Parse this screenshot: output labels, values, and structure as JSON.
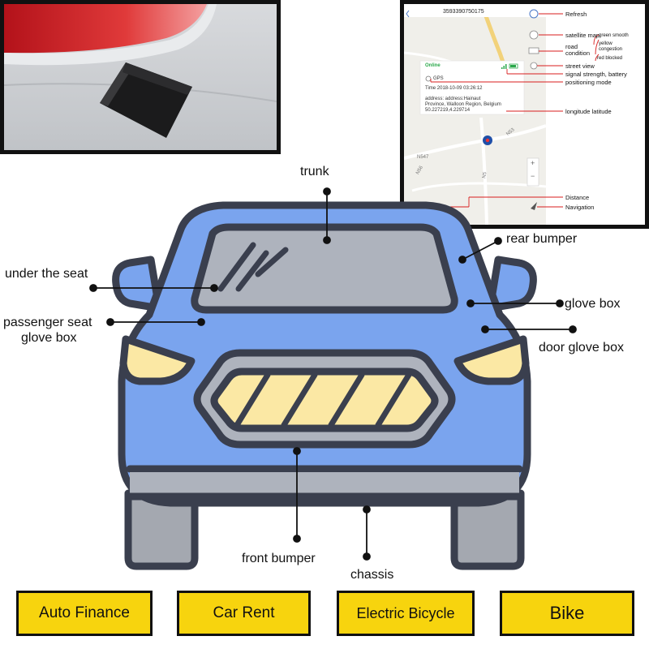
{
  "photo": {
    "image_label": "gps-tracker-on-car-bumper"
  },
  "app": {
    "device_id": "3593390750175",
    "status_online": "Online",
    "status_gps": "GPS",
    "time": "Time 2018-10-09 03:26:12",
    "address_line1": "address: address:Hainaut",
    "address_line2": "Province, Walloon Region, Belgium",
    "coords": "50.227219,4.229714",
    "roads": [
      "N53",
      "N547",
      "N56",
      "N5"
    ],
    "zoom_in": "+",
    "zoom_out": "−",
    "annotations": {
      "refresh": "Refresh",
      "satellite_map": "satellite map",
      "road_condition_1": "road",
      "road_condition_2": "condition",
      "green": "green smooth",
      "yellow_1": "yellow",
      "yellow_2": "congestion",
      "red": "red blocked",
      "street_view": "street view",
      "signal": "signal strength, battery",
      "positioning": "positioning mode",
      "longitude": "longitude latitude",
      "distance": "Distance",
      "navigation": "Navigation"
    }
  },
  "car_labels": {
    "trunk": "trunk",
    "rear_bumper": "rear bumper",
    "under_seat": "under the seat",
    "glove_box": "glove box",
    "passenger_1": "passenger seat",
    "passenger_2": "glove box",
    "door_glove_box": "door glove box",
    "front_bumper": "front bumper",
    "chassis": "chassis"
  },
  "buttons": [
    "Auto Finance",
    "Car Rent",
    "Electric Bicycle",
    "Bike"
  ],
  "colors": {
    "car_body": "#7aa4ee",
    "outline": "#3a3f4e",
    "glass": "#aeb3bd",
    "headlight": "#fbe8a4",
    "grille_stripe": "#fbe8a4",
    "tire": "#a4a8b0",
    "button_bg": "#f7d40e",
    "app_line": "#d81e1e"
  }
}
